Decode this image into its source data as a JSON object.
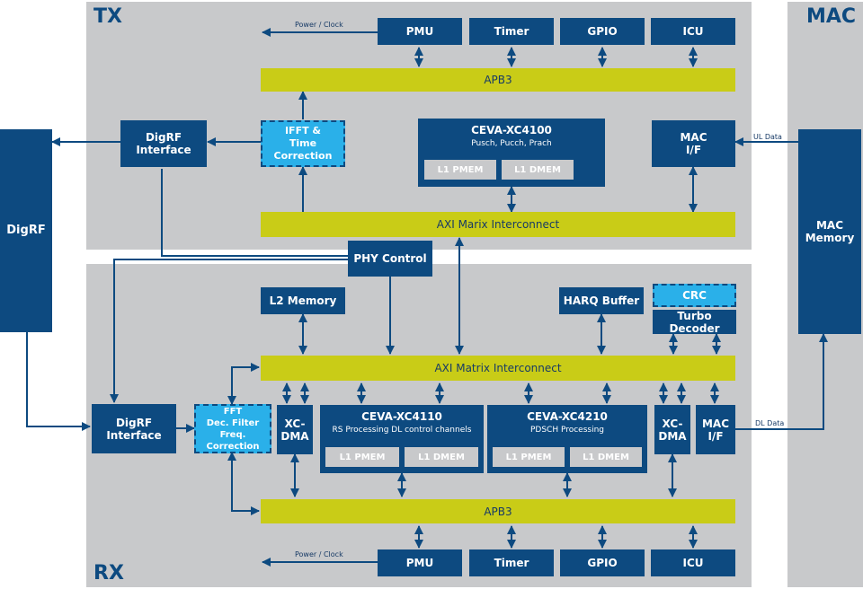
{
  "colors": {
    "dark_blue": "#0d4a80",
    "light_blue": "#2ab0e9",
    "bus_yellow": "#c9cc17",
    "panel_grey": "#c8c9cb"
  },
  "regions": {
    "tx": "TX",
    "rx": "RX",
    "mac": "MAC"
  },
  "digrf": "DigRF",
  "phy_control": "PHY Control",
  "mac_memory": [
    "MAC",
    "Memory"
  ],
  "labels": {
    "power_clock": "Power / Clock",
    "ul_data": "UL Data",
    "dl_data": "DL Data"
  },
  "tx": {
    "pmu": "PMU",
    "timer": "Timer",
    "gpio": "GPIO",
    "icu": "ICU",
    "apb3": "APB3",
    "digrf_interface": [
      "DigRF",
      "Interface"
    ],
    "ifft": [
      "IFFT &",
      "Time",
      "Correction"
    ],
    "dsp": {
      "name": "CEVA-XC4100",
      "desc": "Pusch, Pucch, Prach",
      "pmem": "L1 PMEM",
      "dmem": "L1 DMEM"
    },
    "mac_if": [
      "MAC",
      "I/F"
    ],
    "axi": "AXI Marix Interconnect"
  },
  "rx": {
    "l2_memory": "L2 Memory",
    "harq_buffer": "HARQ Buffer",
    "crc": "CRC",
    "turbo_decoder": "Turbo Decoder",
    "axi": "AXI Matrix Interconnect",
    "digrf_interface": [
      "DigRF",
      "Interface"
    ],
    "fft": [
      "FFT",
      "Dec. Filter",
      "Freq. Correction"
    ],
    "xc_dma": [
      "XC-",
      "DMA"
    ],
    "dsp1": {
      "name": "CEVA-XC4110",
      "desc": "RS Processing DL control channels",
      "pmem": "L1 PMEM",
      "dmem": "L1 DMEM"
    },
    "dsp2": {
      "name": "CEVA-XC4210",
      "desc": "PDSCH Processing",
      "pmem": "L1 PMEM",
      "dmem": "L1 DMEM"
    },
    "mac_if": [
      "MAC",
      "I/F"
    ],
    "apb3": "APB3",
    "pmu": "PMU",
    "timer": "Timer",
    "gpio": "GPIO",
    "icu": "ICU"
  }
}
